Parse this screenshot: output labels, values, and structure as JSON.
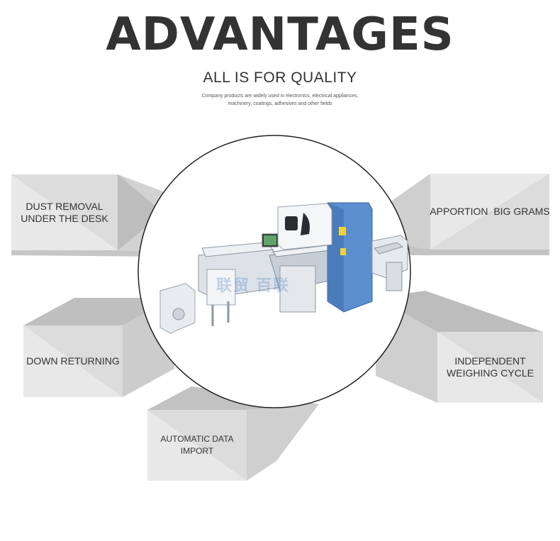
{
  "header": {
    "title": "ADVANTAGES",
    "subtitle": "ALL IS FOR QUALITY",
    "description": "Company products are widely used in electronics, electrical appliances,\nmachinery, coatings, adhesives and other fields"
  },
  "features": [
    {
      "label": "DUST REMOVAL\nUNDER THE DESK"
    },
    {
      "label": "DOWN RETURNING"
    },
    {
      "label": "AUTOMATIC DATA IMPORT"
    },
    {
      "label": "APPORTION  BIG GRAMS"
    },
    {
      "label": "INDEPENDENT\nWEIGHING CYCLE"
    }
  ],
  "center": {
    "image": "filling-machine-illustration",
    "watermark": "联贸 百联"
  },
  "colors": {
    "box_light": "#e6e6e6",
    "box_mid": "#cfcfcf",
    "box_dark": "#b9b9b9",
    "machine_blue": "#5b8fd0",
    "text": "#333333"
  }
}
